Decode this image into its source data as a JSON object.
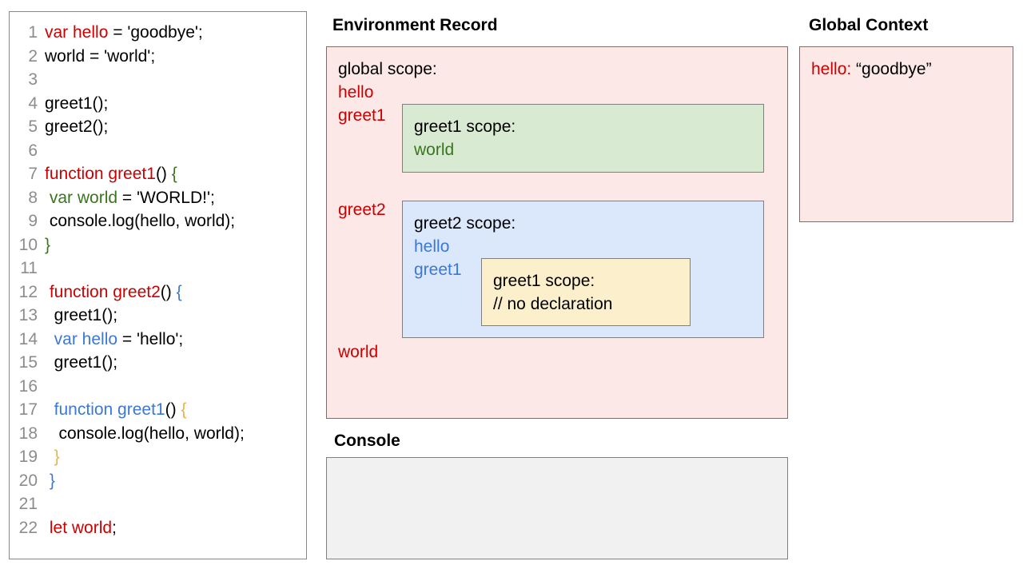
{
  "code_panel": {
    "name": "javascript-source",
    "lines": [
      {
        "num": "1",
        "segments": [
          {
            "t": "var hello",
            "c": "red2"
          },
          {
            "t": " = 'goodbye';",
            "c": "black"
          }
        ]
      },
      {
        "num": "2",
        "segments": [
          {
            "t": "world = 'world';",
            "c": "black"
          }
        ]
      },
      {
        "num": "3",
        "segments": [
          {
            "t": "",
            "c": "black"
          }
        ]
      },
      {
        "num": "4",
        "segments": [
          {
            "t": "greet1();",
            "c": "black"
          }
        ]
      },
      {
        "num": "5",
        "segments": [
          {
            "t": "greet2();",
            "c": "black"
          }
        ]
      },
      {
        "num": "6",
        "segments": [
          {
            "t": "",
            "c": "black"
          }
        ]
      },
      {
        "num": "7",
        "segments": [
          {
            "t": "function greet1",
            "c": "red2"
          },
          {
            "t": "() ",
            "c": "black"
          },
          {
            "t": "{",
            "c": "green"
          }
        ]
      },
      {
        "num": "8",
        "segments": [
          {
            "t": " ",
            "c": "black"
          },
          {
            "t": "var world",
            "c": "green"
          },
          {
            "t": " = 'WORLD!';",
            "c": "black"
          }
        ]
      },
      {
        "num": "9",
        "segments": [
          {
            "t": " console.log(hello, world);",
            "c": "black"
          }
        ]
      },
      {
        "num": "10",
        "segments": [
          {
            "t": "",
            "c": "black"
          },
          {
            "t": "}",
            "c": "green"
          }
        ]
      },
      {
        "num": "11",
        "segments": [
          {
            "t": "",
            "c": "black"
          }
        ]
      },
      {
        "num": "12",
        "segments": [
          {
            "t": " ",
            "c": "black"
          },
          {
            "t": "function greet2",
            "c": "red2"
          },
          {
            "t": "() ",
            "c": "black"
          },
          {
            "t": "{",
            "c": "blue"
          }
        ]
      },
      {
        "num": "13",
        "segments": [
          {
            "t": "  greet1();",
            "c": "black"
          }
        ]
      },
      {
        "num": "14",
        "segments": [
          {
            "t": "  ",
            "c": "black"
          },
          {
            "t": "var hello",
            "c": "blue"
          },
          {
            "t": " = 'hello';",
            "c": "black"
          }
        ]
      },
      {
        "num": "15",
        "segments": [
          {
            "t": "  greet1();",
            "c": "black"
          }
        ]
      },
      {
        "num": "16",
        "segments": [
          {
            "t": "",
            "c": "black"
          }
        ]
      },
      {
        "num": "17",
        "segments": [
          {
            "t": "  ",
            "c": "black"
          },
          {
            "t": "function greet1",
            "c": "blue"
          },
          {
            "t": "() ",
            "c": "black"
          },
          {
            "t": "{",
            "c": "yellow"
          }
        ]
      },
      {
        "num": "18",
        "segments": [
          {
            "t": "   console.log(hello, world);",
            "c": "black"
          }
        ]
      },
      {
        "num": "19",
        "segments": [
          {
            "t": "  ",
            "c": "black"
          },
          {
            "t": "}",
            "c": "yellow"
          }
        ]
      },
      {
        "num": "20",
        "segments": [
          {
            "t": " ",
            "c": "black"
          },
          {
            "t": "}",
            "c": "blue"
          }
        ]
      },
      {
        "num": "21",
        "segments": [
          {
            "t": "",
            "c": "black"
          }
        ]
      },
      {
        "num": "22",
        "segments": [
          {
            "t": " ",
            "c": "black"
          },
          {
            "t": "let world",
            "c": "red2"
          },
          {
            "t": ";",
            "c": "black"
          }
        ]
      }
    ]
  },
  "environment_record": {
    "title": "Environment Record",
    "global_scope_heading": "global scope:",
    "global_bindings": {
      "hello": "hello",
      "greet1": "greet1",
      "greet2": "greet2",
      "world": "world"
    },
    "greet1_scope": {
      "heading": "greet1 scope:",
      "bindings": [
        "world"
      ]
    },
    "greet2_scope": {
      "heading": "greet2 scope:",
      "bindings": [
        "hello",
        "greet1"
      ],
      "inner_greet1_scope": {
        "heading": "greet1 scope:",
        "note": "// no declaration"
      }
    }
  },
  "global_context": {
    "title": "Global Context",
    "entries": [
      {
        "key": "hello:",
        "value": " “goodbye”"
      }
    ]
  },
  "console": {
    "title": "Console",
    "output": ""
  },
  "colors": {
    "pink_background": "#fce8e6",
    "green_background": "#d9ead3",
    "blue_background": "#dbe8fc",
    "yellow_background": "#fcefcb",
    "console_background": "#f1f1f1",
    "red_text": "#cc0000",
    "green_text": "#38761d",
    "blue_text": "#3c78d8",
    "yellow_text": "#e8b34a",
    "line_number_text": "#8c8c8c",
    "panel_border": "#7f7f7f"
  }
}
